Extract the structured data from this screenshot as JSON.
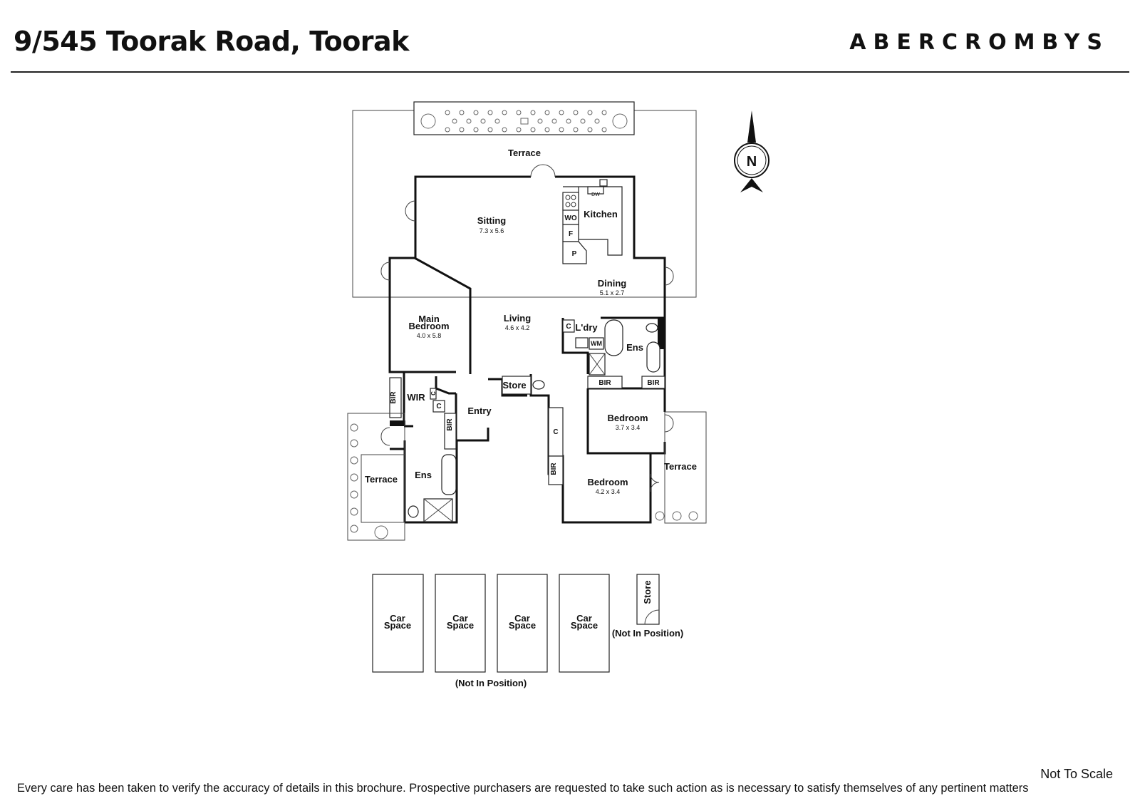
{
  "header": {
    "address": "9/545 Toorak Road, Toorak",
    "brand": "ABERCROMBYS"
  },
  "compass": {
    "label": "N"
  },
  "rooms": {
    "terrace_top": "Terrace",
    "sitting": {
      "name": "Sitting",
      "dims": "7.3 x 5.6"
    },
    "kitchen": "Kitchen",
    "dw": "DW",
    "wo": "WO",
    "f": "F",
    "p": "P",
    "dining": {
      "name": "Dining",
      "dims": "5.1 x 2.7"
    },
    "main_bedroom": {
      "line1": "Main",
      "line2": "Bedroom",
      "dims": "4.0 x 5.8"
    },
    "living": {
      "name": "Living",
      "dims": "4.6 x 4.2"
    },
    "ldry": "L'dry",
    "c_ldry": "C",
    "wm": "WM",
    "ens_right": "Ens",
    "bir_1": "BIR",
    "bir_2": "BIR",
    "wir": "WIR",
    "bir_wir": "BIR",
    "c_wir_top": "C",
    "c_wir": "C",
    "bir_ens": "BIR",
    "store": "Store",
    "entry": "Entry",
    "bedroom_1": {
      "name": "Bedroom",
      "dims": "3.7 x 3.4"
    },
    "c_hall": "C",
    "bir_hall": "BIR",
    "bedroom_2": {
      "name": "Bedroom",
      "dims": "4.2 x 3.4"
    },
    "terrace_right": "Terrace",
    "terrace_left": "Terrace",
    "ens_left": "Ens"
  },
  "car_spaces": {
    "label_line1": "Car",
    "label_line2": "Space",
    "note": "(Not In Position)"
  },
  "store_extra": {
    "label": "Store",
    "note": "(Not In Position)"
  },
  "footer": {
    "not_to_scale": "Not To Scale",
    "disclaimer": "Every care has been taken to verify the accuracy of details in this brochure. Prospective purchasers are requested to take such action as is necessary to satisfy themselves of any pertinent matters"
  }
}
